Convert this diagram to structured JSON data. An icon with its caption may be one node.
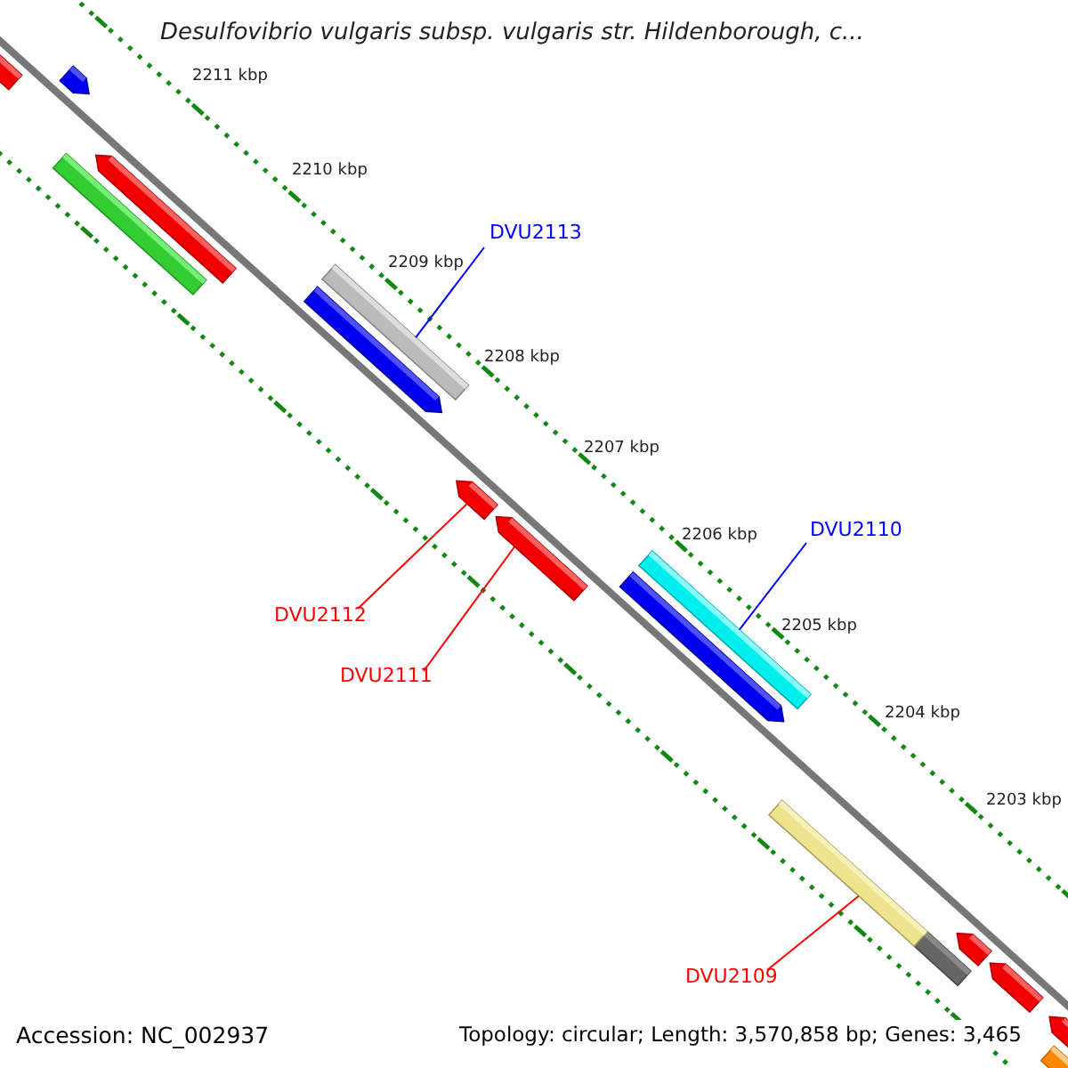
{
  "diagram": {
    "title": "Desulfovibrio vulgaris subsp. vulgaris str. Hildenborough, c...",
    "nodes": [
      {
        "text": [
          "DVU2113"
        ]
      },
      {
        "text": [],
        "shape": "bar"
      },
      {
        "text": [
          "DVU2112"
        ]
      },
      {
        "text": [],
        "shape": "bar"
      },
      {
        "text": [
          "DVU2111"
        ]
      },
      {
        "text": [],
        "shape": "bar"
      },
      {
        "text": [
          "DVU2110"
        ]
      },
      {
        "text": [],
        "shape": "bar"
      },
      {
        "text": [
          "DVU2109"
        ]
      },
      {
        "text": [],
        "shape": "bar"
      }
    ],
    "edges": [
      {
        "from": 0,
        "to": 1,
        "arrow": "none",
        "color": "#0000ff"
      },
      {
        "from": 2,
        "to": 3,
        "arrow": "none"
      },
      {
        "from": 4,
        "to": 5,
        "arrow": "none"
      },
      {
        "from": 6,
        "to": 7,
        "arrow": "none",
        "color": "#0000ff"
      },
      {
        "from": 8,
        "to": 9,
        "arrow": "none"
      }
    ],
    "labels": [
      "2211 kbp",
      "2210 kbp",
      "2209 kbp",
      "2208 kbp",
      "2207 kbp",
      "2206 kbp",
      "2205 kbp",
      "2204 kbp",
      "2203 kbp",
      "Accession: NC_002937",
      "Topology: circular; Length: 3,570,858 bp; Genes: 3,465"
    ]
  }
}
